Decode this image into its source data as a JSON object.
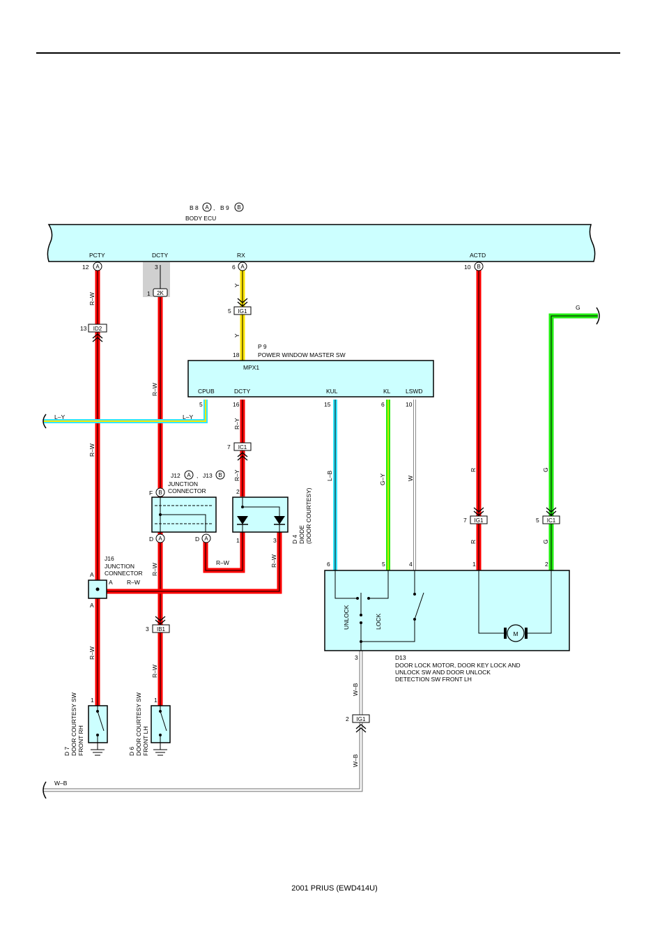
{
  "ecu": {
    "name": "B 8 Ⓐ , B 9 Ⓑ",
    "id1": "B 8",
    "c1": "A",
    "id2": "B 9",
    "c2": "B",
    "label": "BODY ECU",
    "pins": [
      "PCTY",
      "DCTY",
      "RX",
      "ACTD"
    ]
  },
  "ecu_pin_nums": {
    "pcty": "12",
    "dcty": "3",
    "rx": "6",
    "actd": "10"
  },
  "ecu_conn_letters": {
    "pcty": "A",
    "rx": "A",
    "actd": "B"
  },
  "connectors": {
    "c2k": {
      "pin": "1",
      "name": "2K"
    },
    "ig1_top": {
      "pin": "5",
      "name": "IG1"
    },
    "id2": {
      "pin": "13",
      "name": "ID2"
    },
    "ic1_mid": {
      "pin": "7",
      "name": "IC1"
    },
    "ig1_right": {
      "pin": "7",
      "name": "IG1"
    },
    "ic1_right": {
      "pin": "5",
      "name": "IC1"
    },
    "ib1": {
      "pin": "3",
      "name": "IB1"
    },
    "ig1_bottom": {
      "pin": "2",
      "name": "IG1"
    }
  },
  "pw_sw": {
    "ref": "P 9",
    "name": "POWER WINDOW MASTER SW",
    "sub": "MPX1",
    "top_pin": "18",
    "pins": [
      "CPUB",
      "DCTY",
      "KUL",
      "KL",
      "LSWD"
    ],
    "pin_nums": [
      "5",
      "16",
      "15",
      "6",
      "10"
    ]
  },
  "wires": {
    "rw": "R–W",
    "y": "Y",
    "ly": "L–Y",
    "ry": "R–Y",
    "lb": "L–B",
    "gy": "G–Y",
    "w": "W",
    "r": "R",
    "g": "G",
    "wb": "W–B"
  },
  "j12": {
    "title_a": "J12",
    "ca": "A",
    "title_b": "J13",
    "cb": "B",
    "sep": ",",
    "label1": "JUNCTION",
    "label2": "CONNECTOR",
    "pin_f": "F",
    "pin_fb": "B",
    "pin_d1": "D",
    "pin_d1a": "A",
    "pin_d2": "D",
    "pin_d2a": "A"
  },
  "diode": {
    "ref": "D 4",
    "label1": "DIODE",
    "label2": "(DOOR COURTESY)",
    "pin_top": "2",
    "pin_l": "1",
    "pin_r": "3"
  },
  "j16": {
    "ref": "J16",
    "label1": "JUNCTION",
    "label2": "CONNECTOR",
    "pin_a1": "A",
    "pin_a2": "A",
    "pin_a3": "A"
  },
  "motor": {
    "ref": "D13",
    "label1": "DOOR LOCK MOTOR,  DOOR KEY LOCK AND",
    "label2": "UNLOCK SW AND DOOR UNLOCK",
    "label3": "DETECTION SW FRONT LH",
    "pins_top": [
      "6",
      "5",
      "4",
      "1",
      "2"
    ],
    "pin_bottom": "3",
    "unlock": "UNLOCK",
    "lock": "LOCK",
    "m": "M"
  },
  "d7": {
    "ref": "D 7",
    "label1": "DOOR COURTESY SW",
    "label2": "FRONT RH",
    "pin": "1"
  },
  "d6": {
    "ref": "D 6",
    "label1": "DOOR COURTESY SW",
    "label2": "FRONT LH",
    "pin": "1"
  },
  "footer": "2001 PRIUS (EWD414U)",
  "colors": {
    "red": "#ff0000",
    "yellow": "#ffe600",
    "green": "#22ee11",
    "cyan": "#33e6ff",
    "box": "#ccffff",
    "gray": "#d0d0d0"
  }
}
